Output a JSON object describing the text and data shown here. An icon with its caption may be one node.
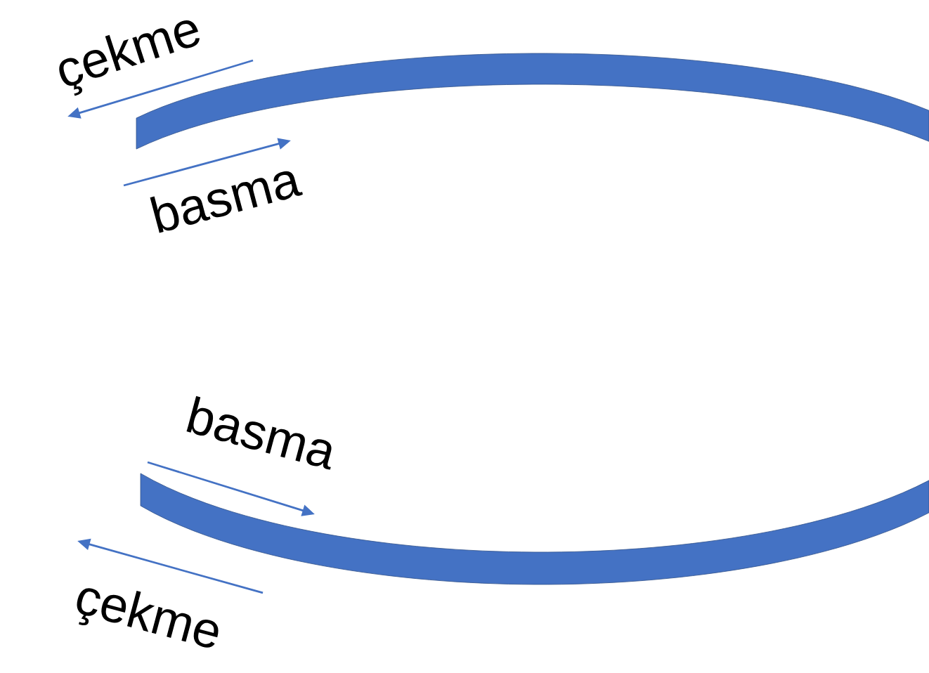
{
  "diagram": {
    "labels": [
      "çekme",
      "basma",
      "basma",
      "çekme"
    ]
  }
}
